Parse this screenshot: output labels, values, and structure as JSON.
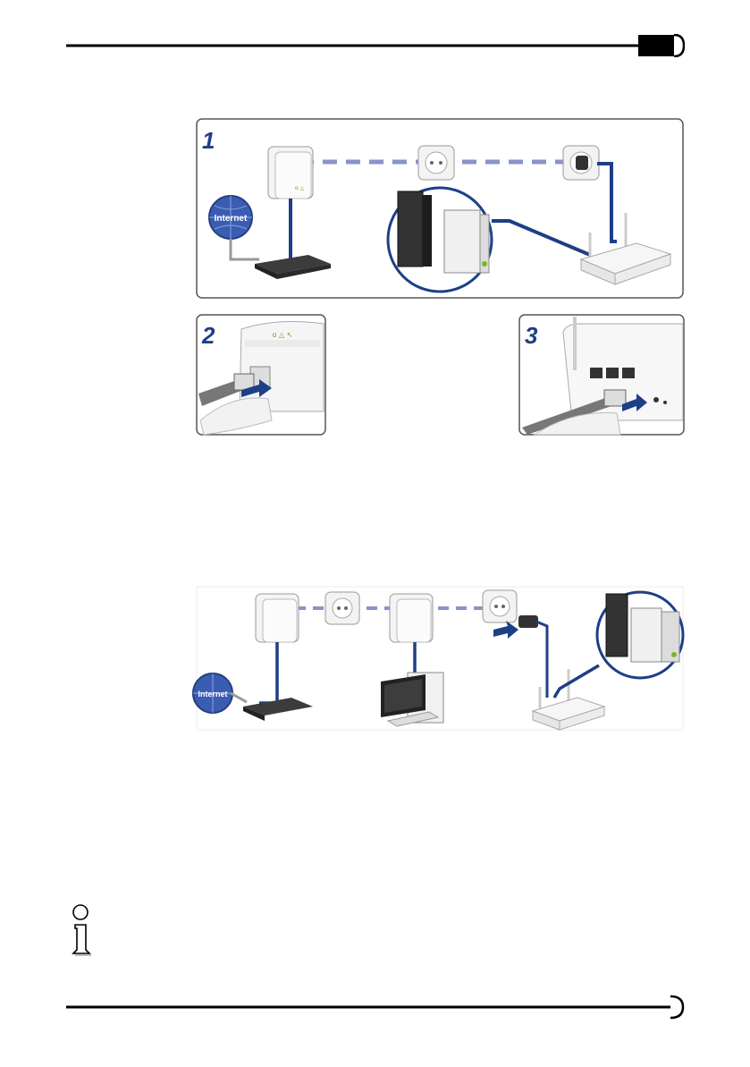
{
  "header": {
    "page_number": ""
  },
  "figures": {
    "setup_steps": {
      "panel_labels": [
        "1",
        "2",
        "3"
      ],
      "internet_label": "Internet"
    },
    "extended_network": {
      "internet_label": "Internet"
    }
  },
  "icons": {
    "note": "info-note-icon"
  },
  "colors": {
    "accent_blue": "#1d3f86",
    "dash_color": "#8a93c7",
    "frame_gray": "#555555"
  }
}
